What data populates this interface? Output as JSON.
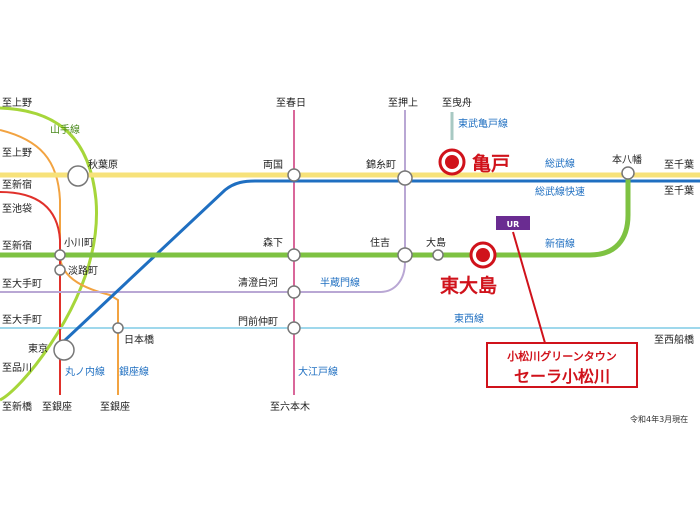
{
  "colors": {
    "yamanote": "#a6d63a",
    "sobu": "#f7e27a",
    "sobu_rapid": "#1f6fc1",
    "shinjuku": "#7ec242",
    "hanzomon": "#b9a7d4",
    "tozai": "#9fd8ec",
    "oedo": "#d9679a",
    "marunouchi": "#e0312b",
    "ginza": "#f2a341",
    "tobu_kameido": "#a8c9c3",
    "accent_red": "#d0121b",
    "ur_badge": "#6a2c91"
  },
  "lines": {
    "yamanote": "山手線",
    "sobu": "総武線",
    "sobu_rapid": "総武線快速",
    "tobu_kameido": "東武亀戸線",
    "shinjuku": "新宿線",
    "hanzomon": "半蔵門線",
    "tozai": "東西線",
    "marunouchi": "丸ノ内線",
    "ginza": "銀座線",
    "oedo": "大江戸線"
  },
  "stations": {
    "akihabara": "秋葉原",
    "ryogoku": "両国",
    "kinshicho": "錦糸町",
    "kameido": "亀戸",
    "motoyawata": "本八幡",
    "ogawamachi": "小川町",
    "awajicho": "淡路町",
    "morishita": "森下",
    "sumiyoshi": "住吉",
    "ojima": "大島",
    "higashiojima": "東大島",
    "kiyosumi": "清澄白河",
    "monzen": "門前仲町",
    "nihonbashi": "日本橋",
    "tokyo": "東京"
  },
  "directions": {
    "ueno1": "至上野",
    "ueno2": "至上野",
    "shinjuku1": "至新宿",
    "ikebukuro": "至池袋",
    "shinjuku2": "至新宿",
    "otemachi1": "至大手町",
    "otemachi2": "至大手町",
    "shinagawa": "至品川",
    "shimbashi": "至新橋",
    "ginza1": "至銀座",
    "ginza2": "至銀座",
    "kasuga": "至春日",
    "oshiage": "至押上",
    "hikifune": "至曳舟",
    "chiba1": "至千葉",
    "chiba2": "至千葉",
    "nishifunabashi": "至西船橋",
    "roppongi": "至六本木"
  },
  "callout": {
    "line1": "小松川グリーンタウン",
    "line2": "セーラ小松川",
    "badge": "UR"
  },
  "note": "令和4年3月現在"
}
